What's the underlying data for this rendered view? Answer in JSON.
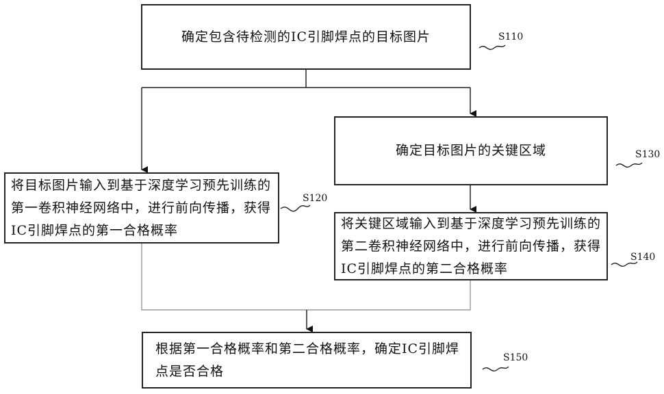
{
  "steps": [
    {
      "id": "S110",
      "text": "确定包含待检测的IC引脚焊点的目标图片"
    },
    {
      "id": "S120",
      "text": "将目标图片输入到基于深度学习预先训练的第一卷积神经网络中，进行前向传播，获得IC引脚焊点的第一合格概率"
    },
    {
      "id": "S130",
      "text": "确定目标图片的关键区域"
    },
    {
      "id": "S140",
      "text": "将关键区域输入到基于深度学习预先训练的第二卷积神经网络中，进行前向传播，获得IC引脚焊点的第二合格概率"
    },
    {
      "id": "S150",
      "text": "根据第一合格概率和第二合格概率，确定IC引脚焊点是否合格"
    }
  ]
}
